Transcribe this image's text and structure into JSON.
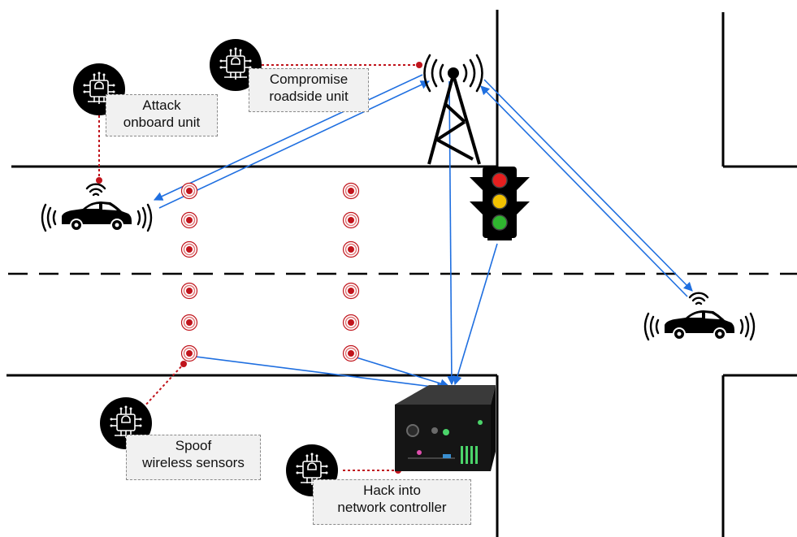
{
  "labels": {
    "attack_obu": [
      "Attack",
      "onboard unit"
    ],
    "compromise_rsu": [
      "Compromise",
      "roadside unit"
    ],
    "spoof_sensors": [
      "Spoof",
      "wireless sensors"
    ],
    "hack_controller": [
      "Hack into",
      "network controller"
    ]
  },
  "icons": {
    "attacker": "hacker-chip-icon",
    "car": "connected-car-icon",
    "tower": "radio-tower-icon",
    "traffic_light": "traffic-light-icon",
    "controller": "network-controller-icon",
    "sensor": "road-sensor-icon"
  },
  "colors": {
    "wireless_link": "#1f6fe0",
    "attack_link": "#c0141c",
    "sensor": "#c0141c",
    "label_bg": "#f1f1f1"
  }
}
